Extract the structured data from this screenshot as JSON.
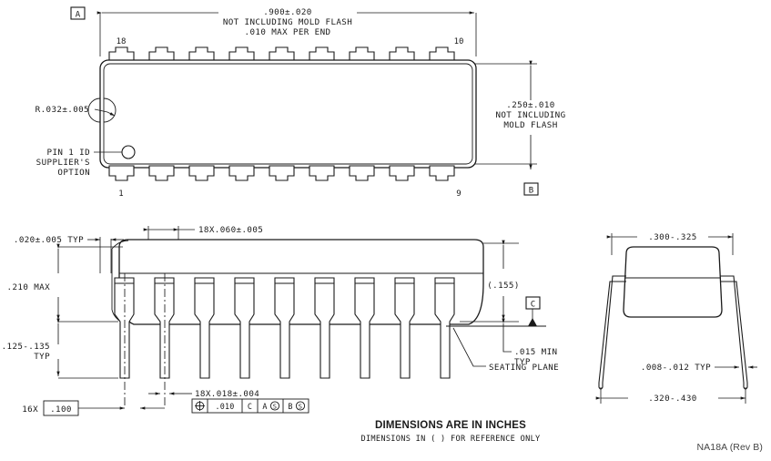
{
  "drawing": {
    "revision_tag": "NA18A (Rev B)",
    "notes": {
      "primary": "DIMENSIONS ARE IN INCHES",
      "secondary": "DIMENSIONS IN ( ) FOR REFERENCE ONLY"
    },
    "datums": {
      "a": "A",
      "b": "B",
      "c": "C"
    },
    "top_view": {
      "width_dim": ".900±.020",
      "width_note_1": "NOT INCLUDING MOLD FLASH",
      "width_note_2": ".010 MAX PER END",
      "height_dim": ".250±.010",
      "height_note_1": "NOT INCLUDING",
      "height_note_2": "MOLD FLASH",
      "corner_radius": "R.032±.005",
      "pin1_id_line_1": "PIN 1 ID",
      "pin1_id_line_2": "SUPPLIER'S",
      "pin1_id_line_3": "OPTION",
      "pin_numbers": {
        "top_left": "18",
        "top_right": "10",
        "bottom_left": "1",
        "bottom_right": "9"
      },
      "lead_count_per_side": 9
    },
    "side_view": {
      "lead_thickness": ".020±.005 TYP",
      "body_height": ".210 MAX",
      "lead_length": ".125-.135",
      "lead_length_note": "TYP",
      "pitch_label": "16X",
      "pitch_value": ".100",
      "lead_width_dim": "18X.060±.005",
      "lead_tip_dim": "18X.018±.004",
      "standoff_ref": "(.155)",
      "standoff_min": ".015 MIN",
      "standoff_min_note": "TYP",
      "seating_plane": "SEATING PLANE",
      "feature_control": {
        "symbol": "position-symbol",
        "tolerance": ".010",
        "datum_1": "C",
        "datum_2": "A",
        "datum_2_modifier": "S",
        "datum_3": "B",
        "datum_3_modifier": "S"
      },
      "lead_count": 9
    },
    "end_view": {
      "body_width": ".300-.325",
      "lead_thickness": ".008-.012 TYP",
      "lead_span": ".320-.430"
    }
  },
  "colors": {
    "ink": "#1a1a1a",
    "paper": "#ffffff",
    "rev_text": "#444444"
  }
}
